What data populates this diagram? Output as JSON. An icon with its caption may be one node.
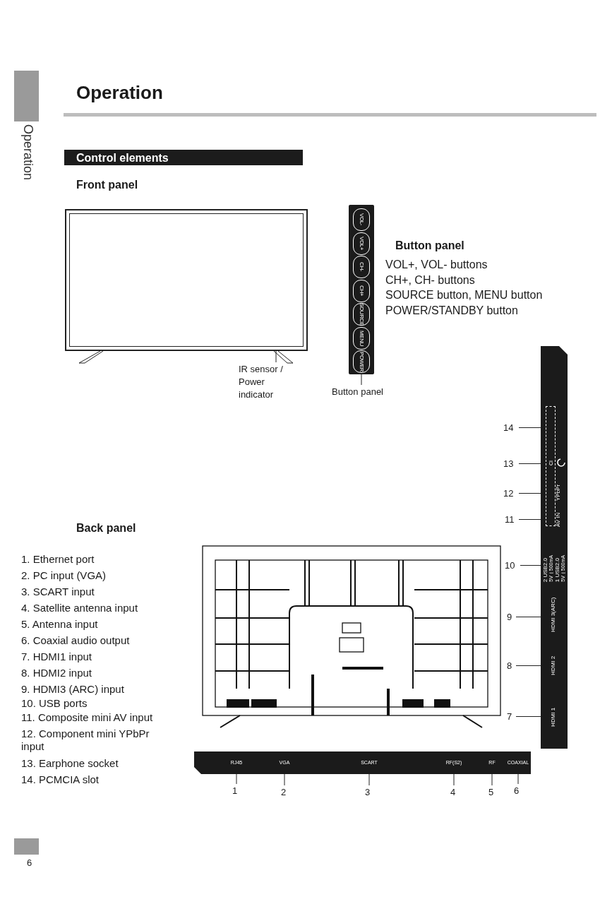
{
  "diagram": {
    "title": "Operation",
    "nodes": [
      {
        "text": [],
        "shape": "picture"
      },
      {
        "text": [
          "VOL-",
          "VOL+",
          "CH-",
          "CH+",
          "SOURCE",
          "MENU",
          "POWER"
        ]
      },
      {
        "text": [
          "IR sensor / Power indicator"
        ]
      },
      {
        "text": [
          "Button panel"
        ]
      },
      {
        "text": [],
        "shape": "bar"
      },
      {
        "text": [
          "CI"
        ],
        "in": 4
      },
      {
        "text": [],
        "shape": "circle",
        "in": 4
      },
      {
        "text": [
          "AV IN"
        ],
        "in": 4
      },
      {
        "text": [
          "YPbPr"
        ],
        "in": 4
      },
      {
        "text": [
          "2 USB2.0",
          "5V⎓500mA",
          "1 USB2.0",
          "5V⎓500mA"
        ],
        "in": 4
      },
      {
        "text": [
          "HDMI 3(ARC)"
        ],
        "in": 4
      },
      {
        "text": [
          "HDMI 2"
        ],
        "in": 4
      },
      {
        "text": [
          "HDMI 1"
        ],
        "in": 4
      },
      {
        "text": [],
        "shape": "bar"
      },
      {
        "text": [
          "RJ45"
        ],
        "in": 13
      },
      {
        "text": [
          "VGA"
        ],
        "in": 13
      },
      {
        "text": [
          "SCART"
        ],
        "in": 13
      },
      {
        "text": [
          "RF(S2)"
        ],
        "in": 13
      },
      {
        "text": [
          "RF"
        ],
        "in": 13
      },
      {
        "text": [
          "COAXIAL"
        ],
        "in": 13
      },
      {
        "text": [
          "14"
        ]
      },
      {
        "text": [
          "13"
        ]
      },
      {
        "text": [
          "12"
        ]
      },
      {
        "text": [
          "11"
        ]
      },
      {
        "text": [
          "10"
        ]
      },
      {
        "text": [
          "9"
        ]
      },
      {
        "text": [
          "8"
        ]
      },
      {
        "text": [
          "7"
        ]
      },
      {
        "text": [
          "1"
        ]
      },
      {
        "text": [
          "2"
        ]
      },
      {
        "text": [
          "3"
        ]
      },
      {
        "text": [
          "4"
        ]
      },
      {
        "text": [
          "5"
        ]
      },
      {
        "text": [
          "6"
        ]
      }
    ],
    "edges": [
      {
        "from": 2,
        "to": 0,
        "arrow": "none"
      },
      {
        "from": 3,
        "to": 1,
        "arrow": "none"
      },
      {
        "from": 20,
        "to": 5,
        "arrow": "none"
      },
      {
        "from": 21,
        "to": 6,
        "arrow": "none"
      },
      {
        "from": 22,
        "to": 8,
        "arrow": "none"
      },
      {
        "from": 23,
        "to": 7,
        "arrow": "none"
      },
      {
        "from": 24,
        "to": 9,
        "arrow": "none"
      },
      {
        "from": 25,
        "to": 10,
        "arrow": "none"
      },
      {
        "from": 26,
        "to": 11,
        "arrow": "none"
      },
      {
        "from": 27,
        "to": 12,
        "arrow": "none"
      },
      {
        "from": 28,
        "to": 14,
        "arrow": "none"
      },
      {
        "from": 29,
        "to": 15,
        "arrow": "none"
      },
      {
        "from": 30,
        "to": 16,
        "arrow": "none"
      },
      {
        "from": 31,
        "to": 17,
        "arrow": "none"
      },
      {
        "from": 32,
        "to": 18,
        "arrow": "none"
      },
      {
        "from": 33,
        "to": 19,
        "arrow": "none"
      }
    ],
    "labels": [
      "Operation",
      "Control elements",
      "Front panel",
      "Button panel",
      "VOL+, VOL- buttons",
      "CH+, CH- buttons",
      "SOURCE button, MENU button",
      "POWER/STANDBY button",
      "Back panel",
      "1. Ethernet port",
      "2. PC input (VGA)",
      "3. SCART input",
      "4. Satellite antenna input",
      "5. Antenna input",
      "6. Coaxial audio output",
      "7. HDMI1 input",
      "8. HDMI2 input",
      "9. HDMI3 (ARC) input",
      "10. USB ports",
      "11. Composite mini AV input",
      "12. Component mini YPbPr input",
      "13. Earphone socket",
      "14. PCMCIA slot",
      "6"
    ]
  }
}
